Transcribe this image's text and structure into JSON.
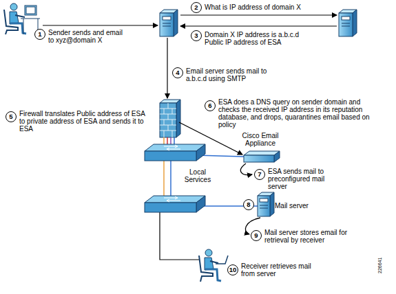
{
  "diagram": {
    "nodes": [
      {
        "text": [
          "Cisco Email Appliance"
        ]
      },
      {
        "text": [
          "Mail server"
        ]
      }
    ],
    "labels": [
      "1",
      "Sender sends and email to xyz@domain X",
      "2",
      "What is IP address of domain X",
      "3",
      "Domain X IP address is a.b.c.d Public IP address of ESA",
      "4",
      "Email server sends mail to a.b.c.d using SMTP",
      "5",
      "Firewall translates Public address of ESA to private address of ESA and sends it to ESA",
      "6",
      "ESA does a DNS query on sender domain and checks the received IP address in its reputation database, and drops, quarantines email based on policy",
      "7",
      "ESA sends mail to preconfigured mail server",
      "8",
      "9",
      "Mail server stores email for retrieval by receiver",
      "10",
      "Receiver retrieves mail from server",
      "Local Services",
      "226641"
    ]
  }
}
